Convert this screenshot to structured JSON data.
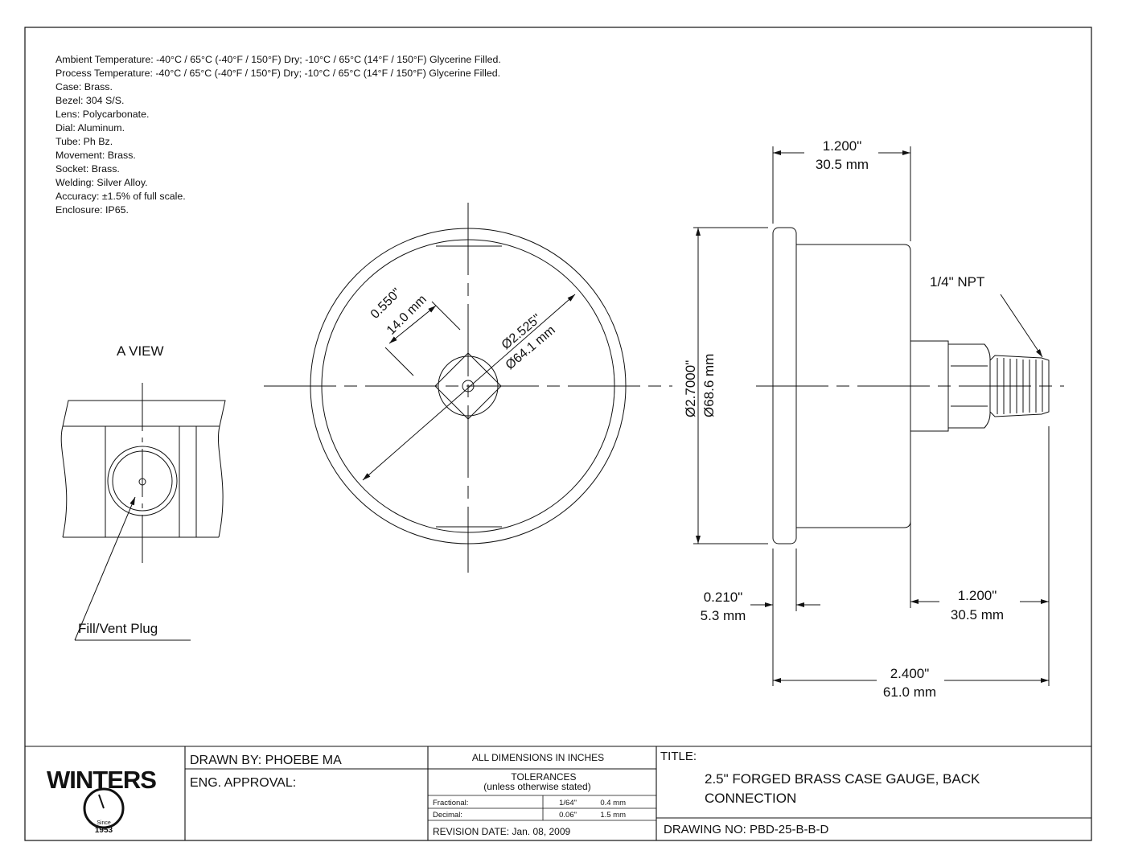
{
  "notes": [
    "Ambient Temperature: -40°C / 65°C (-40°F / 150°F) Dry; -10°C / 65°C (14°F / 150°F) Glycerine Filled.",
    "Process Temperature: -40°C / 65°C (-40°F / 150°F) Dry; -10°C / 65°C (14°F / 150°F) Glycerine Filled.",
    "Case: Brass.",
    "Bezel: 304 S/S.",
    "Lens: Polycarbonate.",
    "Dial: Aluminum.",
    "Tube: Ph Bz.",
    "Movement: Brass.",
    "Socket: Brass.",
    "Welding: Silver Alloy.",
    "Accuracy: ±1.5% of full scale.",
    "Enclosure: IP65."
  ],
  "a_view": {
    "title": "A VIEW",
    "callout": "Fill/Vent Plug"
  },
  "front_view": {
    "wrench_in": "0.550\"",
    "wrench_mm": "14.0 mm",
    "dial_dia_in": "Ø2.525\"",
    "dial_dia_mm": "Ø64.1 mm"
  },
  "side_view": {
    "top_in": "1.200\"",
    "top_mm": "30.5 mm",
    "thread": "1/4\" NPT",
    "case_dia_in": "Ø2.7000\"",
    "case_dia_mm": "Ø68.6 mm",
    "bezel_in": "0.210\"",
    "bezel_mm": "5.3 mm",
    "stem_in": "1.200\"",
    "stem_mm": "30.5 mm",
    "overall_in": "2.400\"",
    "overall_mm": "61.0 mm"
  },
  "title_block": {
    "logo_text": "WINTERS",
    "logo_since": "Since",
    "logo_year": "1953",
    "drawn_by": "DRAWN BY: PHOEBE MA",
    "eng_approval": "ENG. APPROVAL:",
    "dimensions_note": "ALL DIMENSIONS IN INCHES",
    "tolerances": "TOLERANCES",
    "tolerances_sub": "(unless otherwise stated)",
    "fractional_label": "Fractional:",
    "fractional_in": "1/64\"",
    "fractional_mm": "0.4 mm",
    "decimal_label": "Decimal:",
    "decimal_in": "0.06\"",
    "decimal_mm": "1.5 mm",
    "revision": "REVISION DATE: Jan. 08, 2009",
    "title_label": "TITLE:",
    "title_line1": "2.5\" FORGED BRASS CASE GAUGE, BACK",
    "title_line2": "CONNECTION",
    "drawing_no": "DRAWING NO:  PBD-25-B-B-D"
  }
}
